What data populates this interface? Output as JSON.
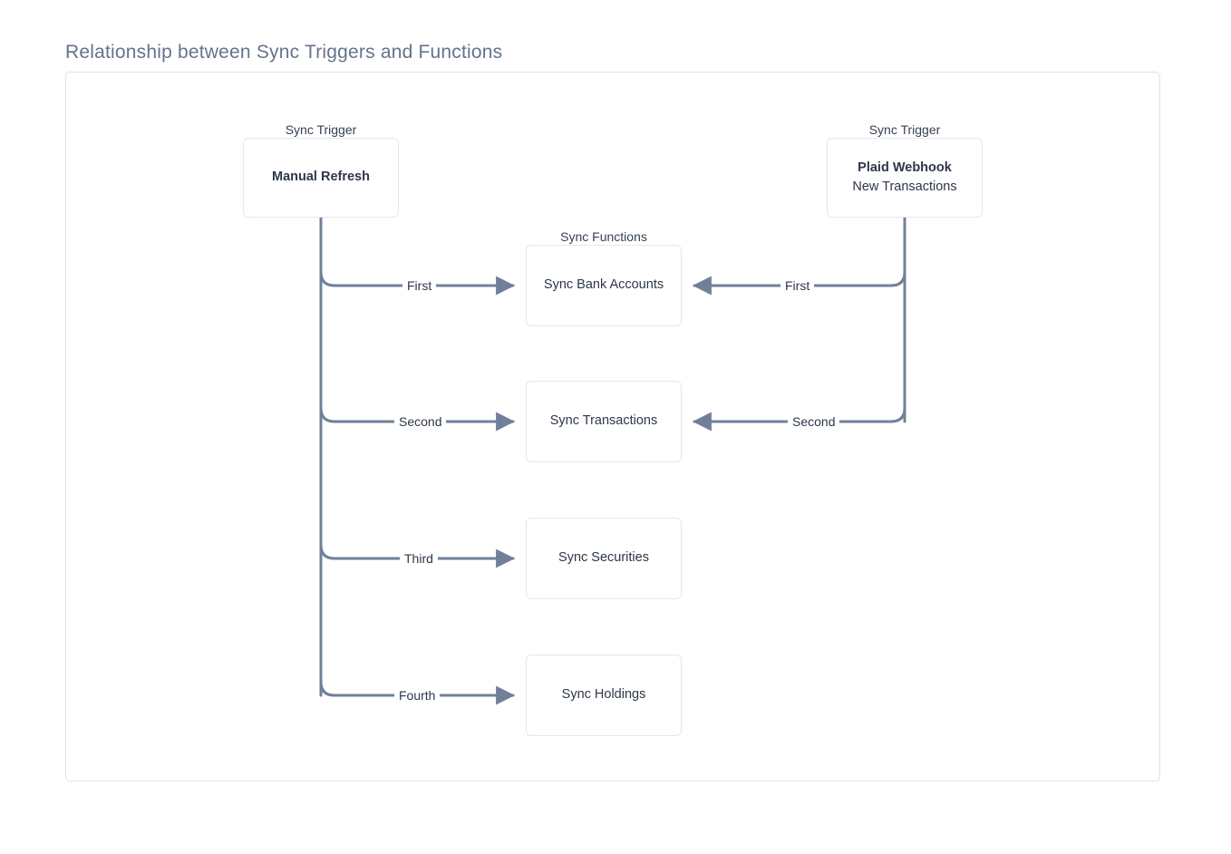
{
  "title": "Relationship between Sync Triggers and Functions",
  "clusters": [
    {
      "id": "trigger-left",
      "label": "Sync Trigger"
    },
    {
      "id": "trigger-right",
      "label": "Sync Trigger"
    },
    {
      "id": "functions",
      "label": "Sync Functions"
    }
  ],
  "triggers": [
    {
      "id": "manual-refresh",
      "primary": "Manual Refresh",
      "secondary": ""
    },
    {
      "id": "plaid-webhook",
      "primary": "Plaid Webhook",
      "secondary": "New Transactions"
    }
  ],
  "functions": [
    {
      "id": "sync-bank-accounts",
      "label": "Sync Bank Accounts"
    },
    {
      "id": "sync-transactions",
      "label": "Sync Transactions"
    },
    {
      "id": "sync-securities",
      "label": "Sync Securities"
    },
    {
      "id": "sync-holdings",
      "label": "Sync Holdings"
    }
  ],
  "edges": [
    {
      "id": "manual-first",
      "from": "manual-refresh",
      "to": "sync-bank-accounts",
      "label": "First"
    },
    {
      "id": "manual-second",
      "from": "manual-refresh",
      "to": "sync-transactions",
      "label": "Second"
    },
    {
      "id": "manual-third",
      "from": "manual-refresh",
      "to": "sync-securities",
      "label": "Third"
    },
    {
      "id": "manual-fourth",
      "from": "manual-refresh",
      "to": "sync-holdings",
      "label": "Fourth"
    },
    {
      "id": "plaid-first",
      "from": "plaid-webhook",
      "to": "sync-bank-accounts",
      "label": "First"
    },
    {
      "id": "plaid-second",
      "from": "plaid-webhook",
      "to": "sync-transactions",
      "label": "Second"
    }
  ],
  "colors": {
    "title_text": "#64748b",
    "frame_border": "#dde2ec",
    "node_border": "#e3e7f0",
    "node_text": "#2d3748",
    "cluster_label_text": "#364152",
    "edge_stroke": "#70809a",
    "background": "#ffffff"
  }
}
